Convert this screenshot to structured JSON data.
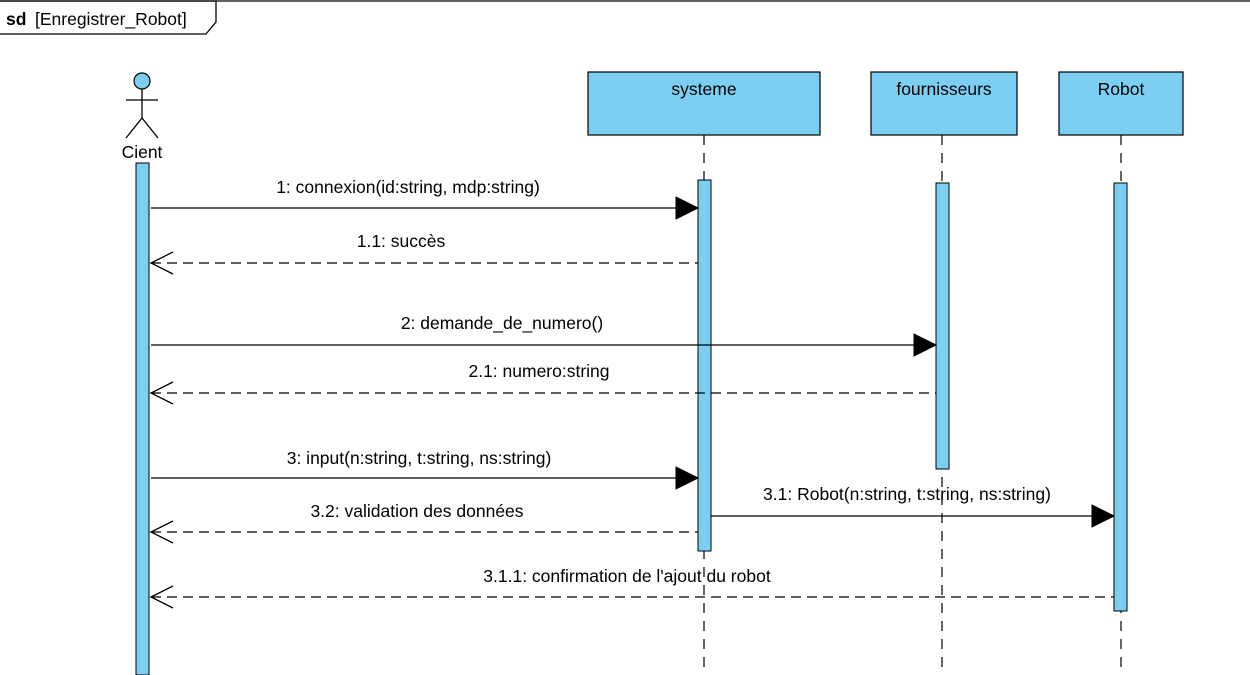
{
  "frame": {
    "keyword": "sd",
    "name": "[Enregistrer_Robot]"
  },
  "participants": {
    "actor": "Cient",
    "systeme": "systeme",
    "fournisseurs": "fournisseurs",
    "robot": "Robot"
  },
  "messages": [
    {
      "label": "1: connexion(id:string, mdp:string)",
      "kind": "sync"
    },
    {
      "label": "1.1: succès",
      "kind": "return"
    },
    {
      "label": "2: demande_de_numero()",
      "kind": "sync"
    },
    {
      "label": "2.1: numero:string",
      "kind": "return"
    },
    {
      "label": "3: input(n:string, t:string, ns:string)",
      "kind": "sync"
    },
    {
      "label": "3.1: Robot(n:string, t:string, ns:string)",
      "kind": "sync"
    },
    {
      "label": "3.2: validation des données",
      "kind": "return"
    },
    {
      "label": "3.1.1: confirmation de l'ajout du robot",
      "kind": "return"
    }
  ],
  "colors": {
    "participant_fill": "#7ccff2",
    "line": "#000000",
    "background": "#ffffff"
  }
}
